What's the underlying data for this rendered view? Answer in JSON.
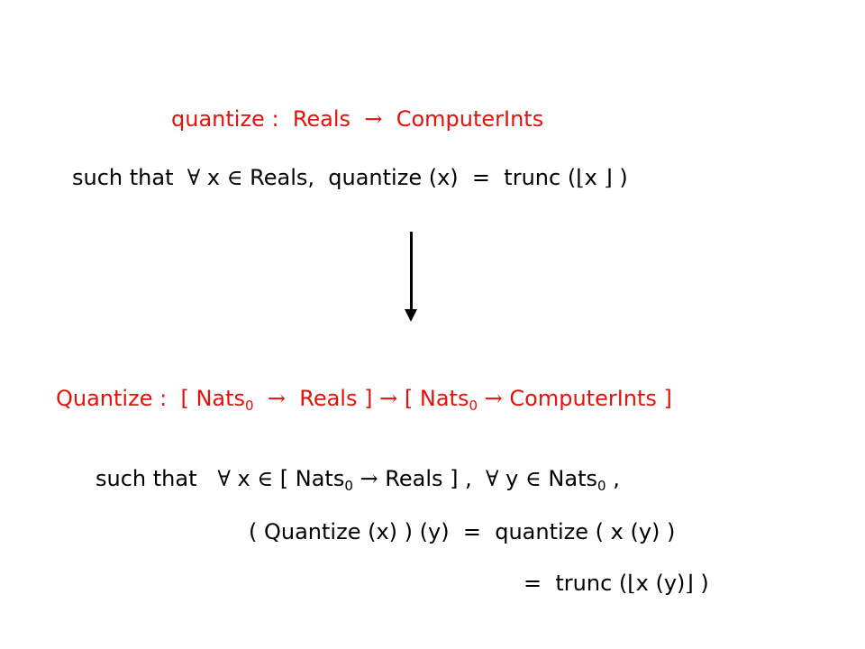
{
  "colors": {
    "highlight": "#e3120b",
    "text": "#000000",
    "background": "#ffffff"
  },
  "line1": {
    "name": "quantize",
    "colon": ":",
    "domain": "Reals",
    "arrow": "→",
    "codomain": "ComputerInts"
  },
  "line2": {
    "such_that": "such that",
    "forall": "∀",
    "x": "x",
    "in": "∈",
    "reals": "Reals,",
    "lhs": "quantize (x)",
    "eq": "=",
    "trunc": "trunc (",
    "lfloor": "⌊",
    "arg": "x",
    "rfloor": "⌋",
    "close": ")"
  },
  "line3": {
    "name": "Quantize :",
    "open1": "[",
    "nats": "Nats",
    "sub0": "0",
    "arrow": "→",
    "reals": "Reals ]",
    "arrow2": "→",
    "open2": "[",
    "nats2": "Nats",
    "sub0b": "0",
    "arrow3": "→",
    "computer_ints": "ComputerInts ]"
  },
  "line4": {
    "such_that": "such that",
    "forall": "∀",
    "x": "x",
    "in": "∈",
    "open": "[ Nats",
    "sub0": "0",
    "arrow": "→",
    "reals": "Reals ] ,",
    "forall2": "∀",
    "y": "y",
    "in2": "∈",
    "nats": "Nats",
    "sub0b": "0",
    "comma": ","
  },
  "line5": {
    "lhs": "( Quantize (x) ) (y)",
    "eq": "=",
    "rhs": "quantize ( x (y) )"
  },
  "line6": {
    "eq": "=",
    "trunc": "trunc (",
    "lfloor": "⌊",
    "arg": "x (y)",
    "rfloor": "⌋",
    "close": ")"
  }
}
